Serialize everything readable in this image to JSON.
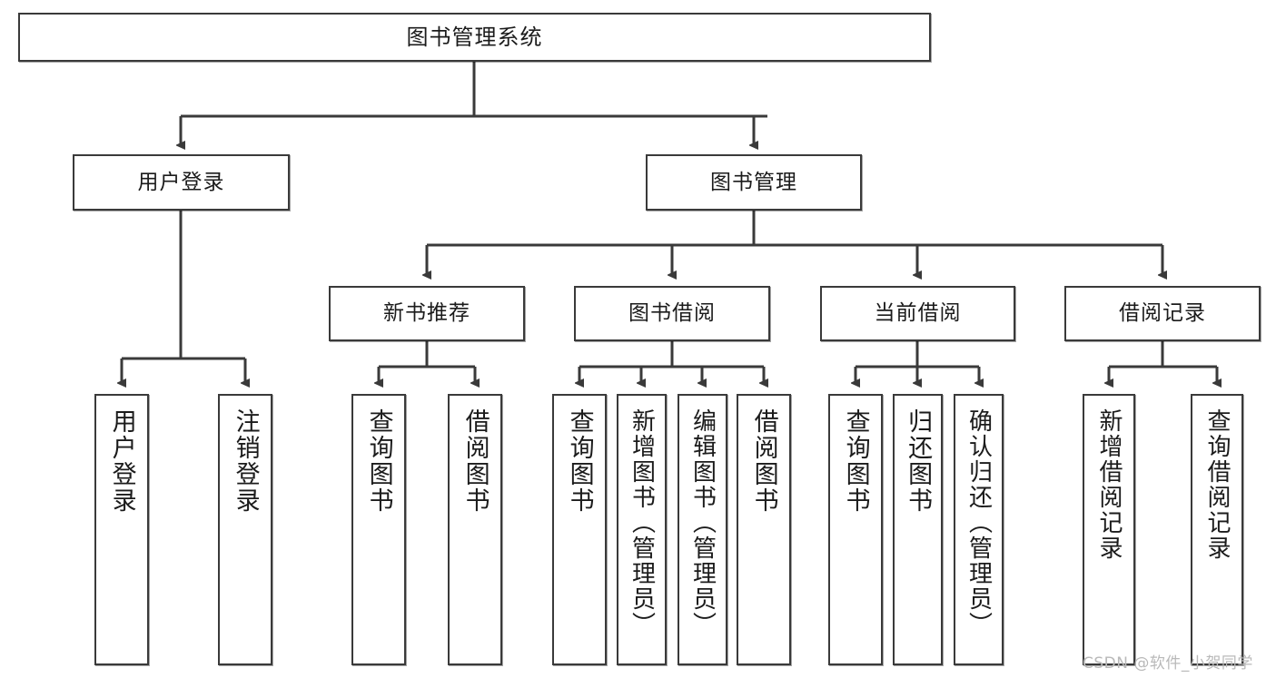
{
  "diagram": {
    "type": "tree",
    "title": "图书管理系统",
    "root": {
      "label": "图书管理系统"
    },
    "level2": [
      {
        "label": "用户登录"
      },
      {
        "label": "图书管理"
      }
    ],
    "level3": [
      {
        "label": "新书推荐"
      },
      {
        "label": "图书借阅"
      },
      {
        "label": "当前借阅"
      },
      {
        "label": "借阅记录"
      }
    ],
    "leaves": {
      "user_login": [
        {
          "label": "用户登录"
        },
        {
          "label": "注销登录"
        }
      ],
      "new_book_recommend": [
        {
          "label": "查询图书"
        },
        {
          "label": "借阅图书"
        }
      ],
      "book_borrow": [
        {
          "label": "查询图书"
        },
        {
          "label": "新增图书（管理员）"
        },
        {
          "label": "编辑图书（管理员）"
        },
        {
          "label": "借阅图书"
        }
      ],
      "current_borrow": [
        {
          "label": "查询图书"
        },
        {
          "label": "归还图书"
        },
        {
          "label": "确认归还（管理员）"
        }
      ],
      "borrow_record": [
        {
          "label": "新增借阅记录"
        },
        {
          "label": "查询借阅记录"
        }
      ]
    }
  },
  "watermark": {
    "text": "CSDN @软件_小贺同学"
  },
  "colors": {
    "stroke": "#3a3a3a",
    "background": "#ffffff",
    "text": "#1b1b1b",
    "watermark": "#b9b9b9"
  }
}
